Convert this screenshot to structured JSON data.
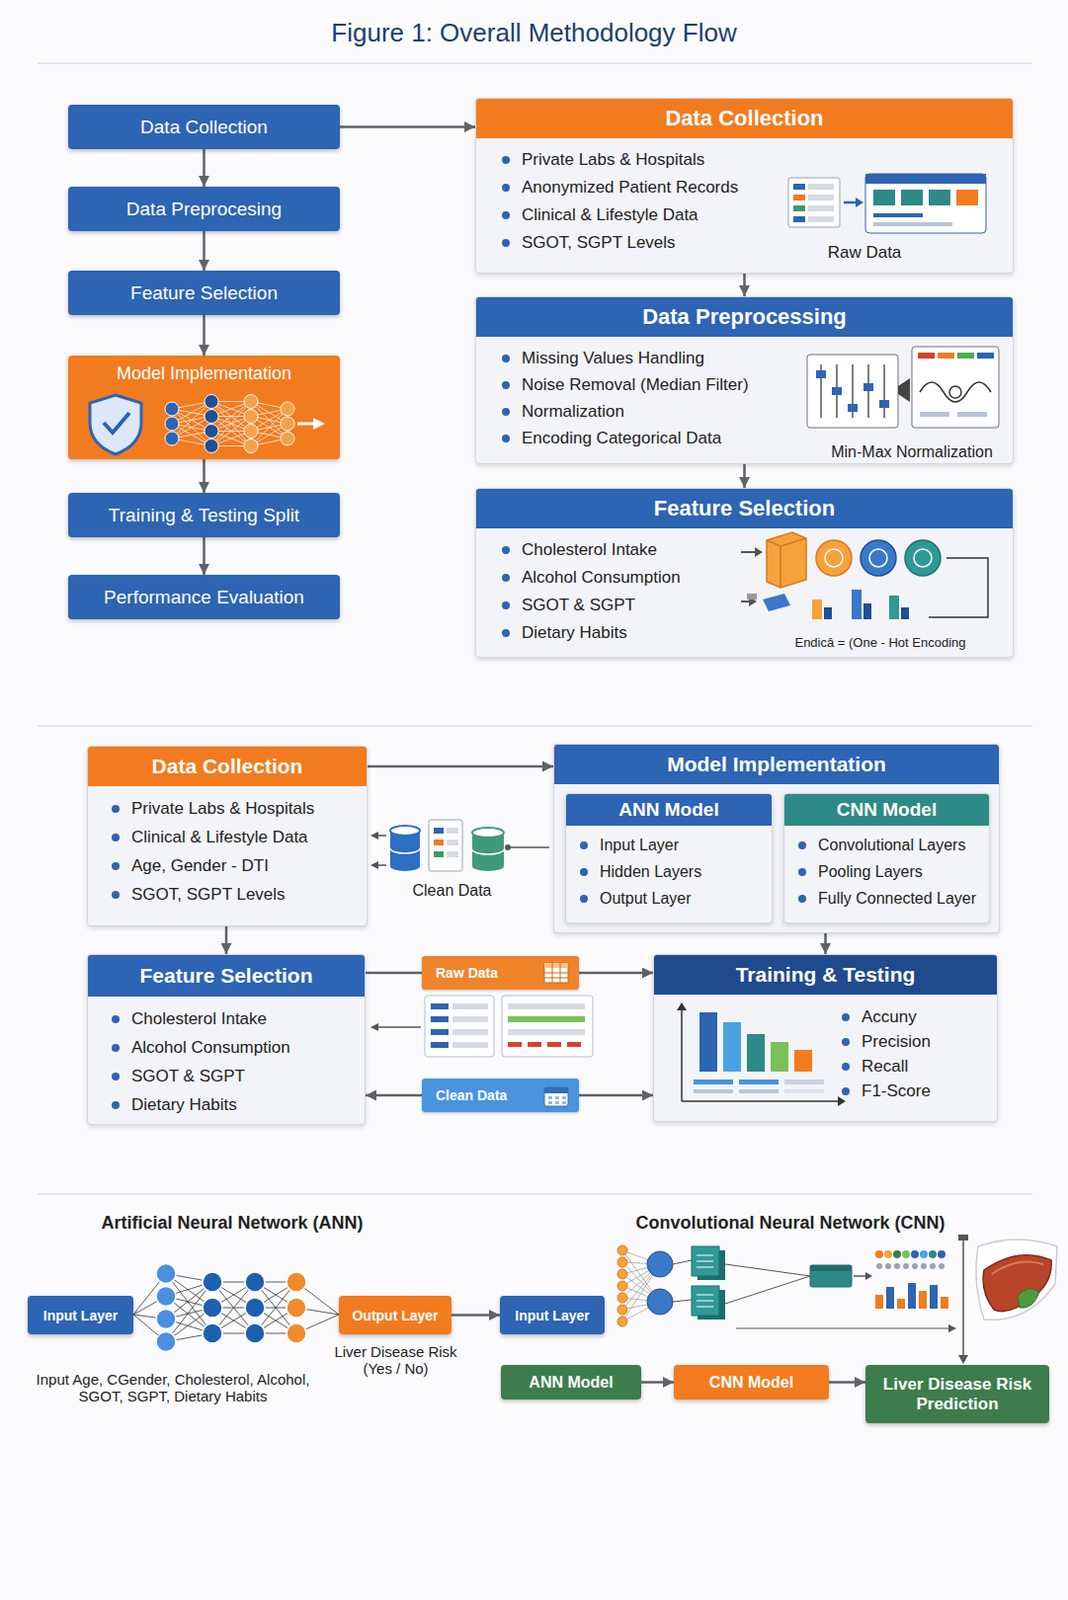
{
  "diagram": {
    "title": "Figure 1: Overall Methodology Flow",
    "nodes": [
      {
        "text": [
          "Data Collection"
        ]
      },
      {
        "text": [
          "Data Preprocesing"
        ]
      },
      {
        "text": [
          "Feature Selection"
        ]
      },
      {
        "text": [
          "Model Implementation"
        ]
      },
      {
        "text": [
          "Training & Testing Split"
        ]
      },
      {
        "text": [
          "Performance Evaluation"
        ]
      },
      {
        "text": [
          "Data Collection",
          "Private Labs & Hospitals",
          "Anonymized Patient Records",
          "Clinical & Lifestyle Data",
          "SGOT, SGPT Levels",
          "Raw Data"
        ]
      },
      {
        "text": [
          "Data Preprocessing",
          "Missing Values Handling",
          "Noise Removal (Median Filter)",
          "Normalization",
          "Encoding Categorical Data",
          "Min-Max Normalization"
        ]
      },
      {
        "text": [
          "Feature Selection",
          "Cholesterol Intake",
          "Alcohol Consumption",
          "SGOT & SGPT",
          "Dietary Habits",
          "Endicâ = (One - Hot Encoding"
        ]
      },
      {
        "text": [
          "Data Collection",
          "Private Labs & Hospitals",
          "Clinical & Lifestyle Data",
          "Age, Gender - DTI",
          "SGOT, SGPT Levels"
        ]
      },
      {
        "text": [
          "Model Implementation"
        ]
      },
      {
        "text": [
          "ANN Model",
          "Input Layer",
          "Hidden Layers",
          "Output Layer"
        ],
        "in": 10
      },
      {
        "text": [
          "CNN Model",
          "Convolutional Layers",
          "Pooling Layers",
          "Fully Connected Layer"
        ],
        "in": 10
      },
      {
        "text": [
          "Feature Selection",
          "Cholesterol Intake",
          "Alcohol Consumption",
          "SGOT & SGPT",
          "Dietary Habits"
        ]
      },
      {
        "text": [
          "Raw Data"
        ]
      },
      {
        "text": [
          "Clean Data"
        ]
      },
      {
        "text": [
          "Training & Testing",
          "Accuny",
          "Precision",
          "Recall",
          "F1-Score"
        ]
      },
      {
        "text": [
          "Input Layer"
        ]
      },
      {
        "text": [
          "Output Layer"
        ]
      },
      {
        "text": [
          "Input Layer"
        ]
      },
      {
        "text": [
          "ANN Model"
        ]
      },
      {
        "text": [
          "CNN Model"
        ]
      },
      {
        "text": [
          "Liver Disease Risk Prediction"
        ]
      }
    ],
    "edges": [
      {
        "from": 0,
        "to": 1,
        "arrow": "to"
      },
      {
        "from": 1,
        "to": 2,
        "arrow": "to"
      },
      {
        "from": 2,
        "to": 3,
        "arrow": "to"
      },
      {
        "from": 3,
        "to": 4,
        "arrow": "to"
      },
      {
        "from": 4,
        "to": 5,
        "arrow": "to"
      },
      {
        "from": 0,
        "to": 6,
        "arrow": "to"
      },
      {
        "from": 6,
        "to": 7,
        "arrow": "to"
      },
      {
        "from": 7,
        "to": 8,
        "arrow": "to"
      },
      {
        "from": 9,
        "to": 10,
        "arrow": "to"
      },
      {
        "from": 9,
        "to": 13,
        "arrow": "to"
      },
      {
        "from": 10,
        "to": 16,
        "arrow": "to"
      },
      {
        "from": 13,
        "to": 14,
        "arrow": "none"
      },
      {
        "from": 14,
        "to": 16,
        "arrow": "to"
      },
      {
        "from": 15,
        "to": 16,
        "arrow": "to"
      },
      {
        "from": 15,
        "to": 13,
        "arrow": "to"
      },
      {
        "from": 18,
        "to": 19,
        "arrow": "to"
      },
      {
        "from": 20,
        "to": 21,
        "arrow": "to"
      },
      {
        "from": 21,
        "to": 22,
        "arrow": "to"
      }
    ],
    "labels": [
      "Clean Data",
      "Artificial Neural Network (ANN)",
      "Convolutional Neural Network (CNN)",
      "Input Age, CGender, Cholesterol, Alcohol, SGOT, SGPT, Dietary Habits",
      "Liver Disease Risk (Yes / No)"
    ]
  }
}
